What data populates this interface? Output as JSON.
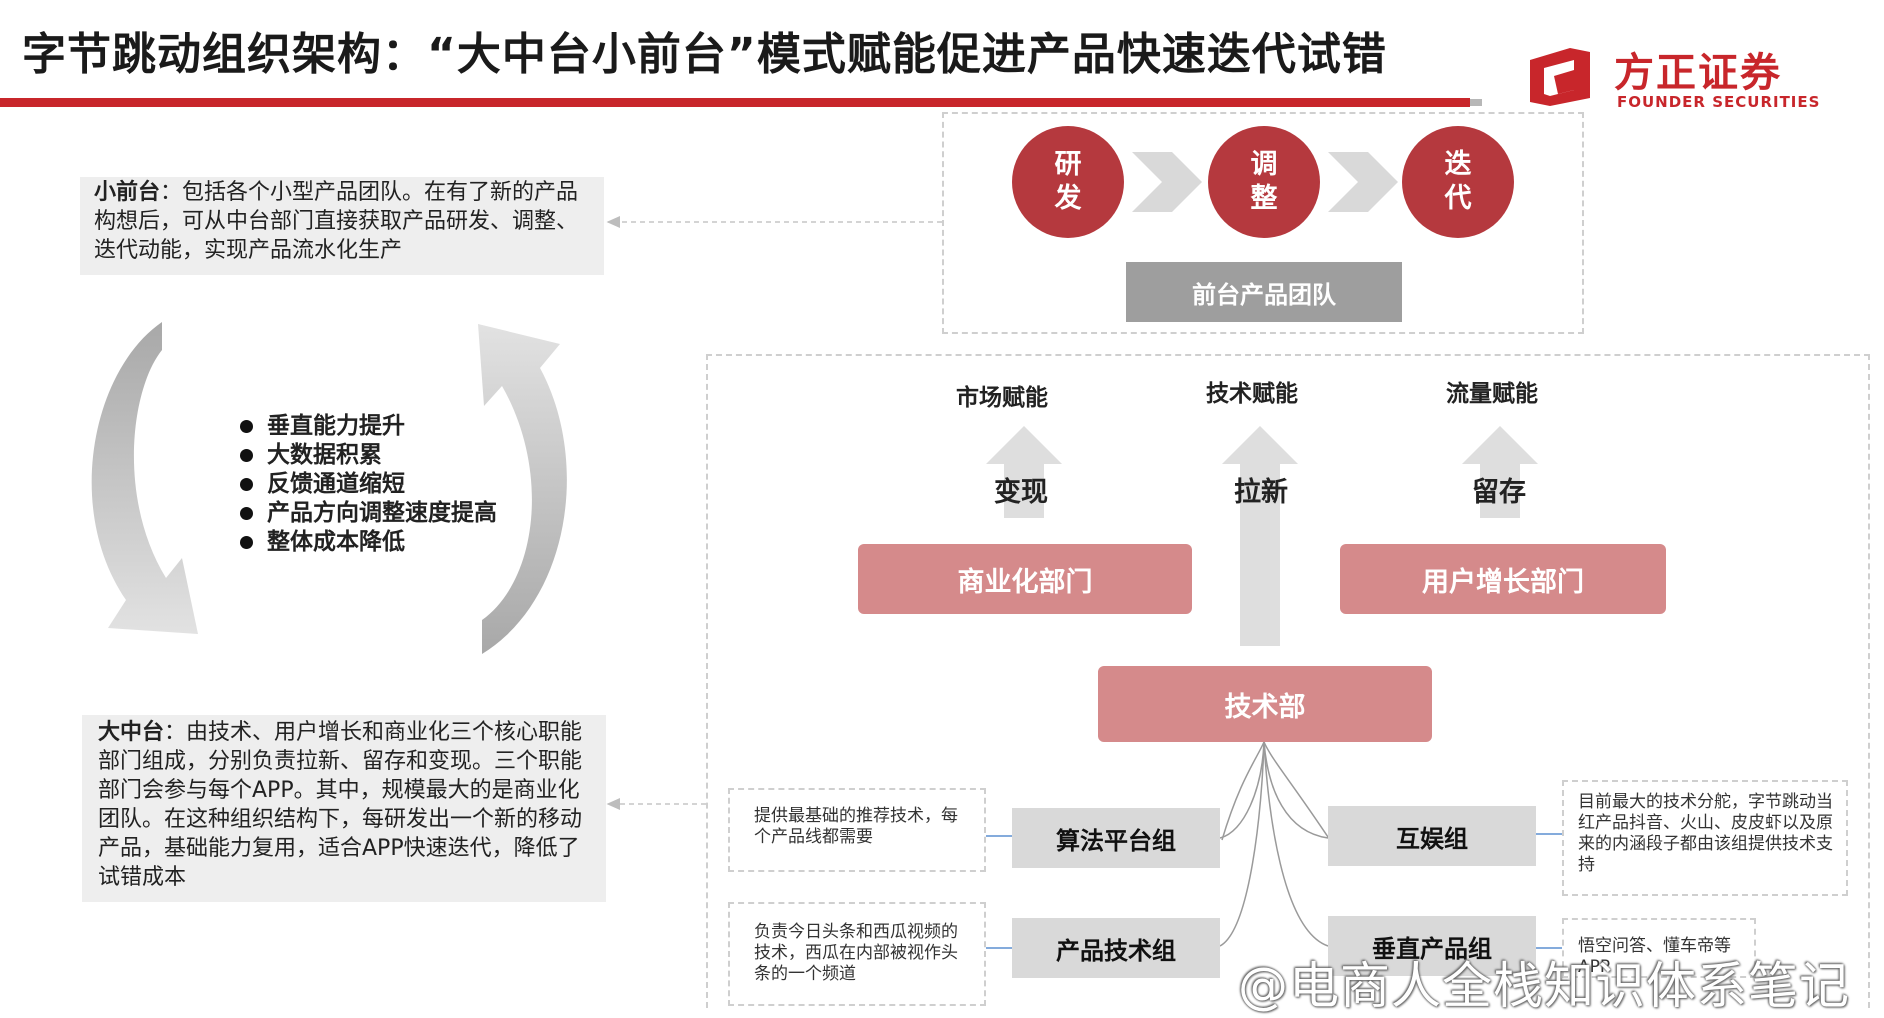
{
  "header": {
    "title": "字节跳动组织架构：“大中台小前台”模式赋能促进产品快速迭代试错",
    "logo_cn": "方正证券",
    "logo_en": "FOUNDER SECURITIES"
  },
  "front": {
    "steps": [
      "研发",
      "调整",
      "迭代"
    ],
    "team_label": "前台产品团队"
  },
  "notes": {
    "small_title": "小前台",
    "small_text": "：包括各个小型产品团队。在有了新的产品构想后，可从中台部门直接获取产品研发、调整、迭代动能，实现产品流水化生产",
    "big_title": "大中台",
    "big_text": "：由技术、用户增长和商业化三个核心职能部门组成，分别负责拉新、留存和变现。三个职能部门会参与每个APP。其中，规模最大的是商业化团队。在这种组织结构下，每研发出一个新的移动产品，基础能力复用，适合APP快速迭代，降低了试错成本"
  },
  "cycle_bullets": [
    "垂直能力提升",
    "大数据积累",
    "反馈通道缩短",
    "产品方向调整速度提高",
    "整体成本降低"
  ],
  "empower": {
    "labels": [
      "市场赋能",
      "技术赋能",
      "流量赋能"
    ],
    "arrows": [
      "变现",
      "拉新",
      "留存"
    ]
  },
  "departments": {
    "commercial": "商业化部门",
    "growth": "用户增长部门",
    "tech": "技术部"
  },
  "groups": {
    "algo": "算法平台组",
    "product_tech": "产品技术组",
    "entertainment": "互娱组",
    "vertical": "垂直产品组"
  },
  "descriptions": {
    "algo": "提供最基础的推荐技术，每个产品线都需要",
    "product_tech": "负责今日头条和西瓜视频的技术，西瓜在内部被视作头条的一个频道",
    "entertainment": "目前最大的技术分舵，字节跳动当红产品抖音、火山、皮皮虾以及原来的内涵段子都由该组提供技术支持",
    "vertical": "悟空问答、懂车帝等APP"
  },
  "watermark": "@电商人全栈知识体系笔记",
  "colors": {
    "brand_red": "#c8262b",
    "circle_red": "#b5393e",
    "dept_pink": "#d58a8b",
    "group_grey": "#d9d9d9"
  }
}
